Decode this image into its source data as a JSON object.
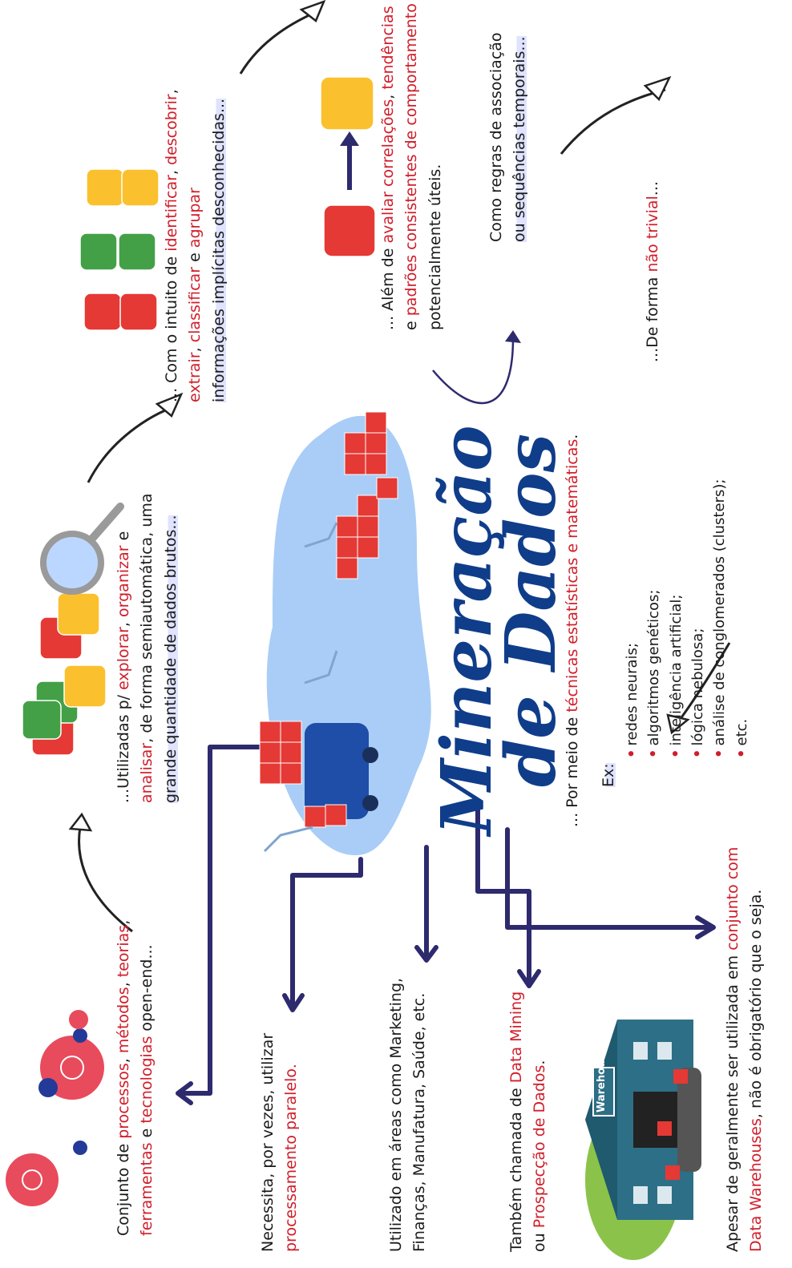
{
  "title": {
    "line1": "Mineração",
    "line2": "de Dados"
  },
  "nodes": {
    "conjunto": {
      "p1": "Conjunto de ",
      "p2": "processos",
      "p3": ", ",
      "p4": "métodos",
      "p5": ", ",
      "p6": "teorias",
      "p7": ",",
      "p8": "ferramentas",
      "p9": " e ",
      "p10": "tecnologias",
      "p11": " open-end..."
    },
    "utilizadas": {
      "p1": "...Utilizadas p/ ",
      "p2": "explorar",
      "p3": ", ",
      "p4": "organizar",
      "p5": " e",
      "p6": "analisar",
      "p7": ", de forma semiautomática, uma",
      "p8": "grande quantidade de dados brutos..."
    },
    "intuito": {
      "p1": "... Com o intuito de ",
      "p2": "identificar",
      "p3": ", ",
      "p4": "descobrir",
      "p5": ",",
      "p6": "extrair",
      "p7": ", ",
      "p8": "classificar",
      "p9": " e ",
      "p10": "agrupar",
      "p11": "informações implícitas desconhecidas..."
    },
    "alem": {
      "p1": "... Além de ",
      "p2": "avaliar correlações",
      "p3": ", ",
      "p4": "tendências",
      "p5": "e ",
      "p6": "padrões consistentes de comportamento",
      "p7": "potencialmente úteis."
    },
    "regras": {
      "l1": "Como regras de associação",
      "l2": "ou sequências temporais..."
    },
    "trivial": {
      "p1": "...De forma ",
      "p2": "não trivial",
      "p3": "..."
    },
    "paralelo": {
      "l1": "Necessita, por vezes, utilizar",
      "l2": "processamento paralelo."
    },
    "areas": {
      "l1": "Utilizado em áreas como Marketing,",
      "l2": "Finanças, Manufatura, Saúde, etc."
    },
    "chamada": {
      "p1": "Também chamada de ",
      "p2": "Data Mining",
      "p3": "ou ",
      "p4": "Prospecção de Dados",
      "p5": "."
    },
    "tecnicas": {
      "p1": "... Por meio de ",
      "p2": "técnicas estatísticas e matemáticas",
      "p3": ".",
      "ex": "Ex:",
      "items": [
        "redes neurais;",
        "algoritmos genéticos;",
        "inteligência artificial;",
        "lógica nebulosa;",
        "análise de conglomerados (clusters);",
        "etc."
      ]
    },
    "warehouse": {
      "p1": "Apesar de geralmente ser utilizada em ",
      "p2": "conjunto com",
      "p3": "Data Warehouses",
      "p4": ", não é obrigatório que o seja.",
      "sign": "Warehouse"
    }
  },
  "colors": {
    "accent_red": "#d01e2a",
    "title_blue": "#0f3d8a",
    "arrow_navy": "#2e2a6e",
    "die_red": "#e53935",
    "die_green": "#43a047",
    "die_yellow": "#fbc02d"
  }
}
